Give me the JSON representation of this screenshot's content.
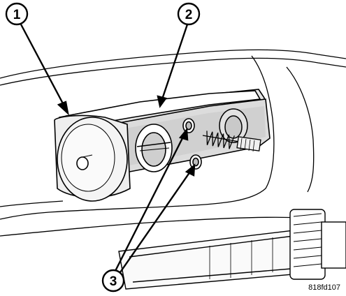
{
  "callouts": [
    {
      "id": "1",
      "label": "1"
    },
    {
      "id": "2",
      "label": "2"
    },
    {
      "id": "3",
      "label": "3"
    }
  ],
  "figure_id": "818fd107",
  "colors": {
    "line": "#000000",
    "background": "#ffffff",
    "shade": "#d8d8d8"
  }
}
